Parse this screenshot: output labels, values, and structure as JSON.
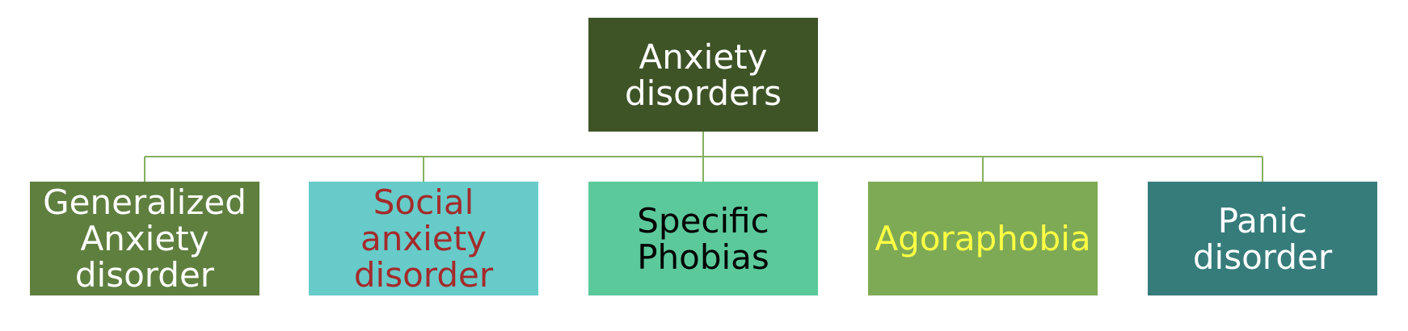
{
  "diagram": {
    "root": {
      "label": "Anxiety\ndisorders",
      "fill": "#3e5427",
      "text_color": "#ffffff"
    },
    "connector_color": "#84b15e",
    "children": [
      {
        "label": "Generalized\nAnxiety\ndisorder",
        "fill": "#5f7f3f",
        "text_color": "#ffffff"
      },
      {
        "label": "Social\nanxiety\ndisorder",
        "fill": "#66cbc9",
        "text_color": "#a52a2a"
      },
      {
        "label": "Specific\nPhobias",
        "fill": "#5bc99a",
        "text_color": "#000000"
      },
      {
        "label": "Agoraphobia",
        "fill": "#7faa55",
        "text_color": "#ffff44"
      },
      {
        "label": "Panic\ndisorder",
        "fill": "#367c7b",
        "text_color": "#ffffff"
      }
    ]
  }
}
